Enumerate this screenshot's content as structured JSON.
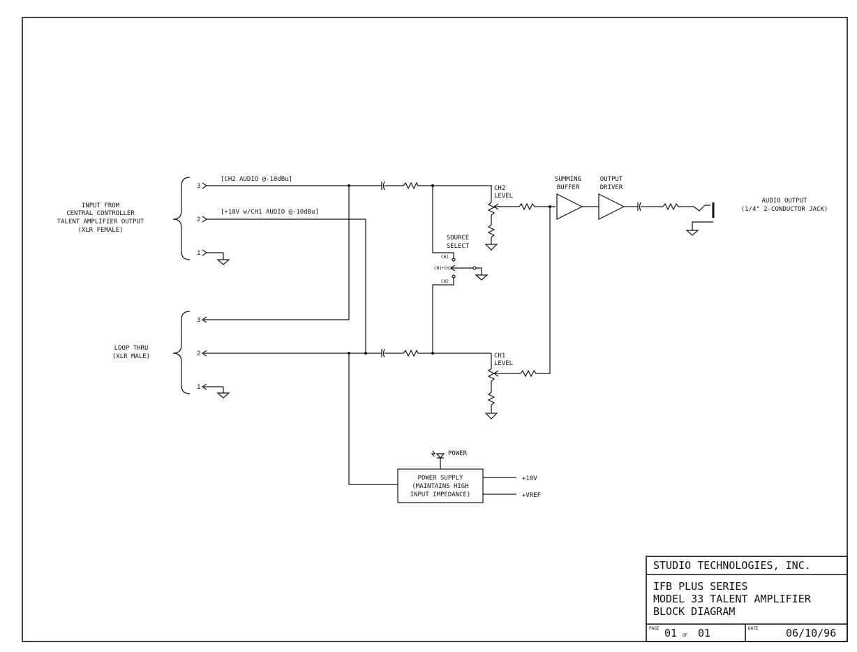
{
  "input": {
    "title_lines": [
      "INPUT FROM",
      "CENTRAL CONTROLLER",
      "TALENT AMPLIFIER OUTPUT",
      "(XLR FEMALE)"
    ],
    "pins": [
      "3",
      "2",
      "1"
    ],
    "pin3_signal": "[CH2 AUDIO @-10dBu]",
    "pin2_signal": "[+18V w/CH1 AUDIO @-10dBu]"
  },
  "loop_thru": {
    "title_lines": [
      "LOOP THRU",
      "(XLR MALE)"
    ],
    "pins": [
      "3",
      "2",
      "1"
    ]
  },
  "source_select": {
    "title_lines": [
      "SOURCE",
      "SELECT"
    ],
    "positions": [
      "CH1",
      "CH1+CH2",
      "CH2"
    ]
  },
  "ch2_level": [
    "CH2",
    "LEVEL"
  ],
  "ch1_level": [
    "CH1",
    "LEVEL"
  ],
  "summing_buffer": [
    "SUMMING",
    "BUFFER"
  ],
  "output_driver": [
    "OUTPUT",
    "DRIVER"
  ],
  "audio_output": [
    "AUDIO OUTPUT",
    "(1/4\" 2-CONDUCTOR JACK)"
  ],
  "power_led": "POWER",
  "power_supply": {
    "lines": [
      "POWER SUPPLY",
      "(MAINTAINS HIGH",
      "INPUT IMPEDANCE)"
    ],
    "rails": [
      "+10V",
      "+VREF"
    ]
  },
  "title_block": {
    "company": "STUDIO TECHNOLOGIES, INC.",
    "title_lines": [
      "IFB PLUS SERIES",
      "MODEL 33 TALENT AMPLIFIER",
      "BLOCK DIAGRAM"
    ],
    "page_label": "PAGE",
    "page": "01",
    "of_label": "OF",
    "page_total": "01",
    "date_label": "DATE",
    "date": "06/10/96"
  }
}
